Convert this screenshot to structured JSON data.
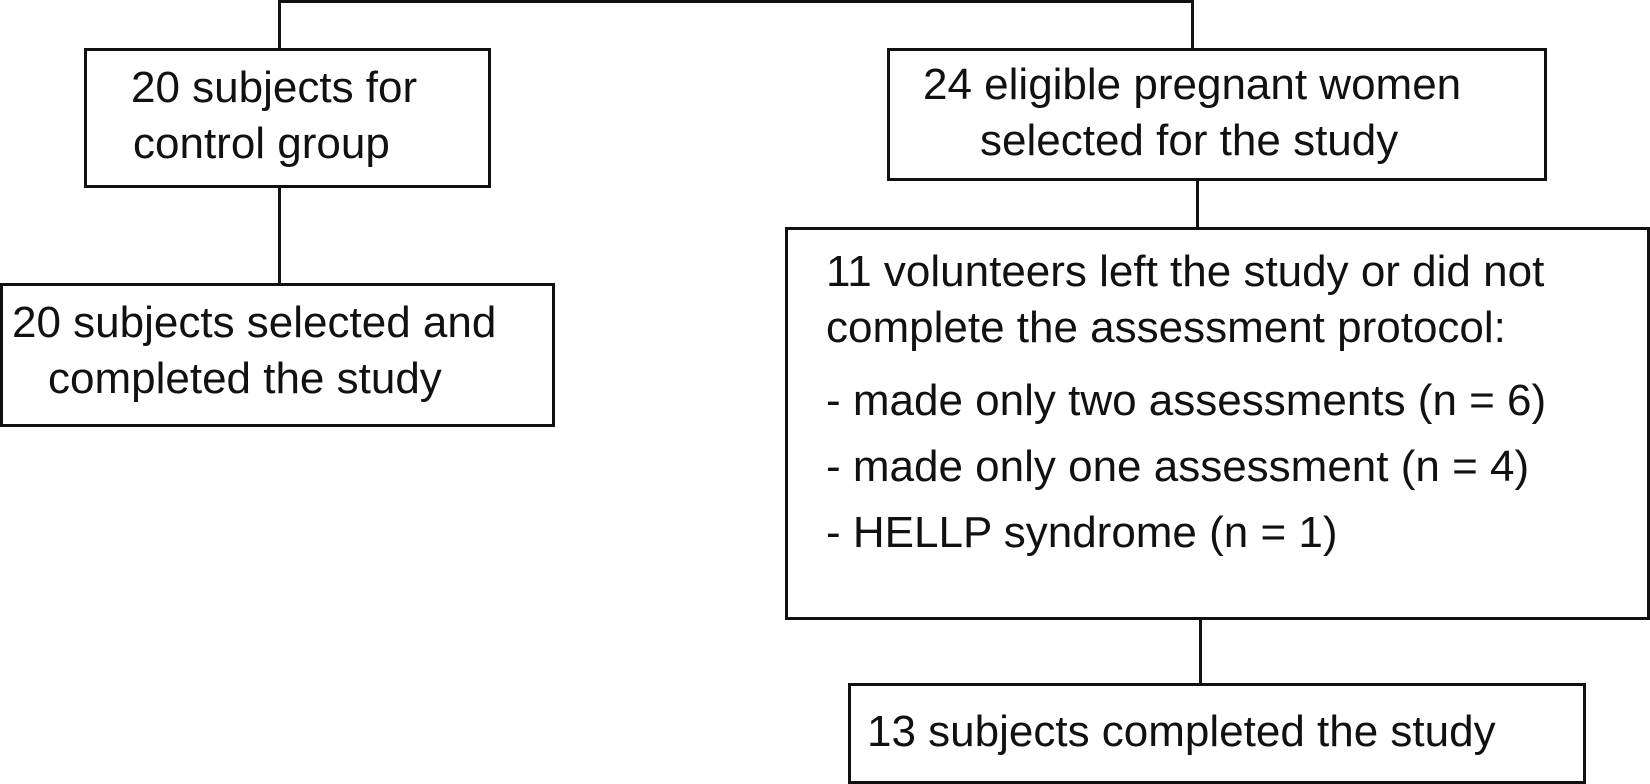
{
  "control_group": {
    "box_lines": [
      "20 subjects for",
      "control group"
    ],
    "completed_lines": [
      "20 subjects selected and",
      "completed the study"
    ]
  },
  "study_group": {
    "eligible_lines": [
      "24 eligible pregnant women",
      "selected for the study"
    ],
    "dropout_lines": [
      "11 volunteers left the study or did not",
      "complete the assessment protocol:"
    ],
    "dropout_reasons": [
      "- made only two assessments (n = 6)",
      "- made only one assessment (n = 4)",
      "- HELLP syndrome (n = 1)"
    ],
    "completed": "13 subjects completed the study"
  }
}
